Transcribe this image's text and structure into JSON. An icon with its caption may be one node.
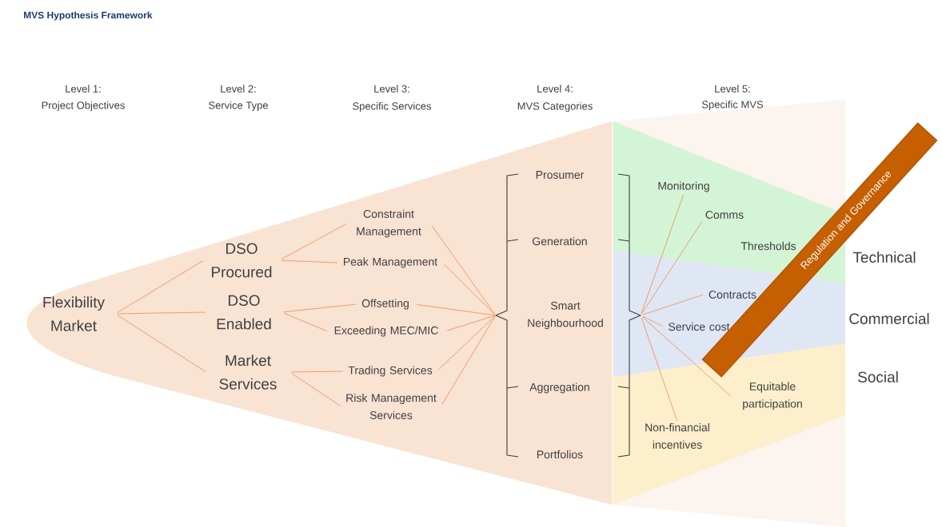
{
  "diagram": {
    "title": "MVS Hypothesis Framework",
    "nodes": [
      {
        "text": [
          "Flexibility Market"
        ]
      },
      {
        "text": [
          "DSO Procured"
        ]
      },
      {
        "text": [
          "DSO Enabled"
        ]
      },
      {
        "text": [
          "Market Services"
        ]
      },
      {
        "text": [
          "Constraint Management"
        ]
      },
      {
        "text": [
          "Peak Management"
        ]
      },
      {
        "text": [
          "Offsetting"
        ]
      },
      {
        "text": [
          "Exceeding MEC/MIC"
        ]
      },
      {
        "text": [
          "Trading Services"
        ]
      },
      {
        "text": [
          "Risk Management Services"
        ]
      },
      {
        "text": [],
        "shape": "bracket"
      },
      {
        "text": [
          "Prosumer"
        ]
      },
      {
        "text": [
          "Generation"
        ]
      },
      {
        "text": [
          "Smart Neighbourhood"
        ]
      },
      {
        "text": [
          "Aggregation"
        ]
      },
      {
        "text": [
          "Portfolios"
        ]
      },
      {
        "text": [],
        "shape": "bracket"
      },
      {
        "text": [
          "Monitoring"
        ]
      },
      {
        "text": [
          "Comms"
        ]
      },
      {
        "text": [
          "Thresholds"
        ]
      },
      {
        "text": [
          "Contracts"
        ]
      },
      {
        "text": [
          "Service cost"
        ]
      },
      {
        "text": [
          "Equitable participation"
        ]
      },
      {
        "text": [
          "Non-financial incentives"
        ]
      },
      {
        "text": [
          "Regulation and Governance"
        ]
      }
    ],
    "edges": [
      {
        "from": 0,
        "to": 1,
        "arrow": "none"
      },
      {
        "from": 0,
        "to": 2,
        "arrow": "none"
      },
      {
        "from": 0,
        "to": 3,
        "arrow": "none"
      },
      {
        "from": 1,
        "to": 4,
        "arrow": "none"
      },
      {
        "from": 1,
        "to": 5,
        "arrow": "none"
      },
      {
        "from": 2,
        "to": 6,
        "arrow": "none"
      },
      {
        "from": 2,
        "to": 7,
        "arrow": "none"
      },
      {
        "from": 3,
        "to": 8,
        "arrow": "none"
      },
      {
        "from": 3,
        "to": 9,
        "arrow": "none"
      },
      {
        "from": 4,
        "to": 10,
        "arrow": "none"
      },
      {
        "from": 5,
        "to": 10,
        "arrow": "none"
      },
      {
        "from": 6,
        "to": 10,
        "arrow": "none"
      },
      {
        "from": 7,
        "to": 10,
        "arrow": "none"
      },
      {
        "from": 8,
        "to": 10,
        "arrow": "none"
      },
      {
        "from": 9,
        "to": 10,
        "arrow": "none"
      },
      {
        "from": 16,
        "to": 17,
        "arrow": "none"
      },
      {
        "from": 16,
        "to": 18,
        "arrow": "none"
      },
      {
        "from": 16,
        "to": 20,
        "arrow": "none"
      },
      {
        "from": 16,
        "to": 21,
        "arrow": "none"
      },
      {
        "from": 16,
        "to": 22,
        "arrow": "none"
      },
      {
        "from": 16,
        "to": 23,
        "arrow": "none"
      }
    ],
    "labels": [
      "Level 1:",
      "Project Objectives",
      "Level 2:",
      "Service Type",
      "Level 3:",
      "Specific Services",
      "Level 4:",
      "MVS Categories",
      "Level 5:",
      "Specific MVS",
      "Technical",
      "Commercial",
      "Social"
    ]
  }
}
